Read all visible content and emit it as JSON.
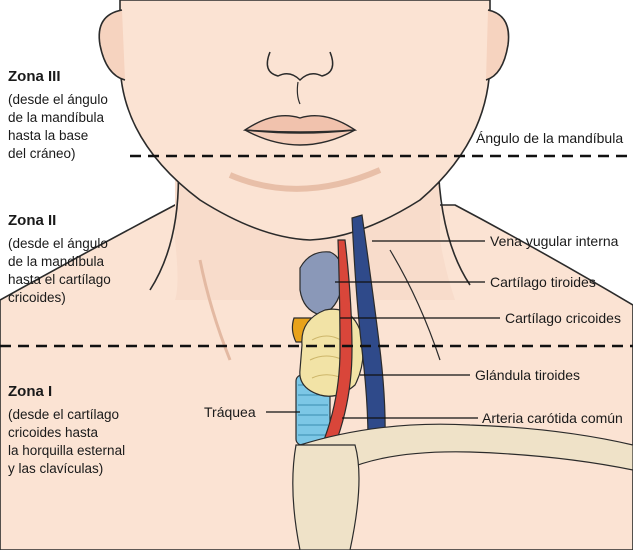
{
  "zones": [
    {
      "title": "Zona III",
      "desc": "(desde el ángulo\nde la mandíbula\nhasta la base\ndel cráneo)"
    },
    {
      "title": "Zona II",
      "desc": "(desde el ángulo\nde la mandíbula\nhasta el cartílago\ncricoides)"
    },
    {
      "title": "Zona I",
      "desc": "(desde el cartílago\ncricoides hasta\nla horquilla esternal\ny las clavículas)"
    }
  ],
  "labels": {
    "angulo": "Ángulo de la mandíbula",
    "vena": "Vena yugular interna",
    "tiroides_cart": "Cartílago tiroides",
    "cricoides": "Cartílago cricoides",
    "glandula": "Glándula tiroides",
    "traquea": "Tráquea",
    "arteria": "Arteria carótida común"
  },
  "colors": {
    "skin": "#fbe3d3",
    "skin_shadow": "#f3cdb8",
    "vein": "#2f4a8a",
    "artery": "#d9463a",
    "thyroid_cartilage": "#8a98b8",
    "cricoid": "#e8a21a",
    "thyroid_gland": "#f2e3a6",
    "trachea": "#7cc7e6",
    "bone": "#efe2c8"
  }
}
